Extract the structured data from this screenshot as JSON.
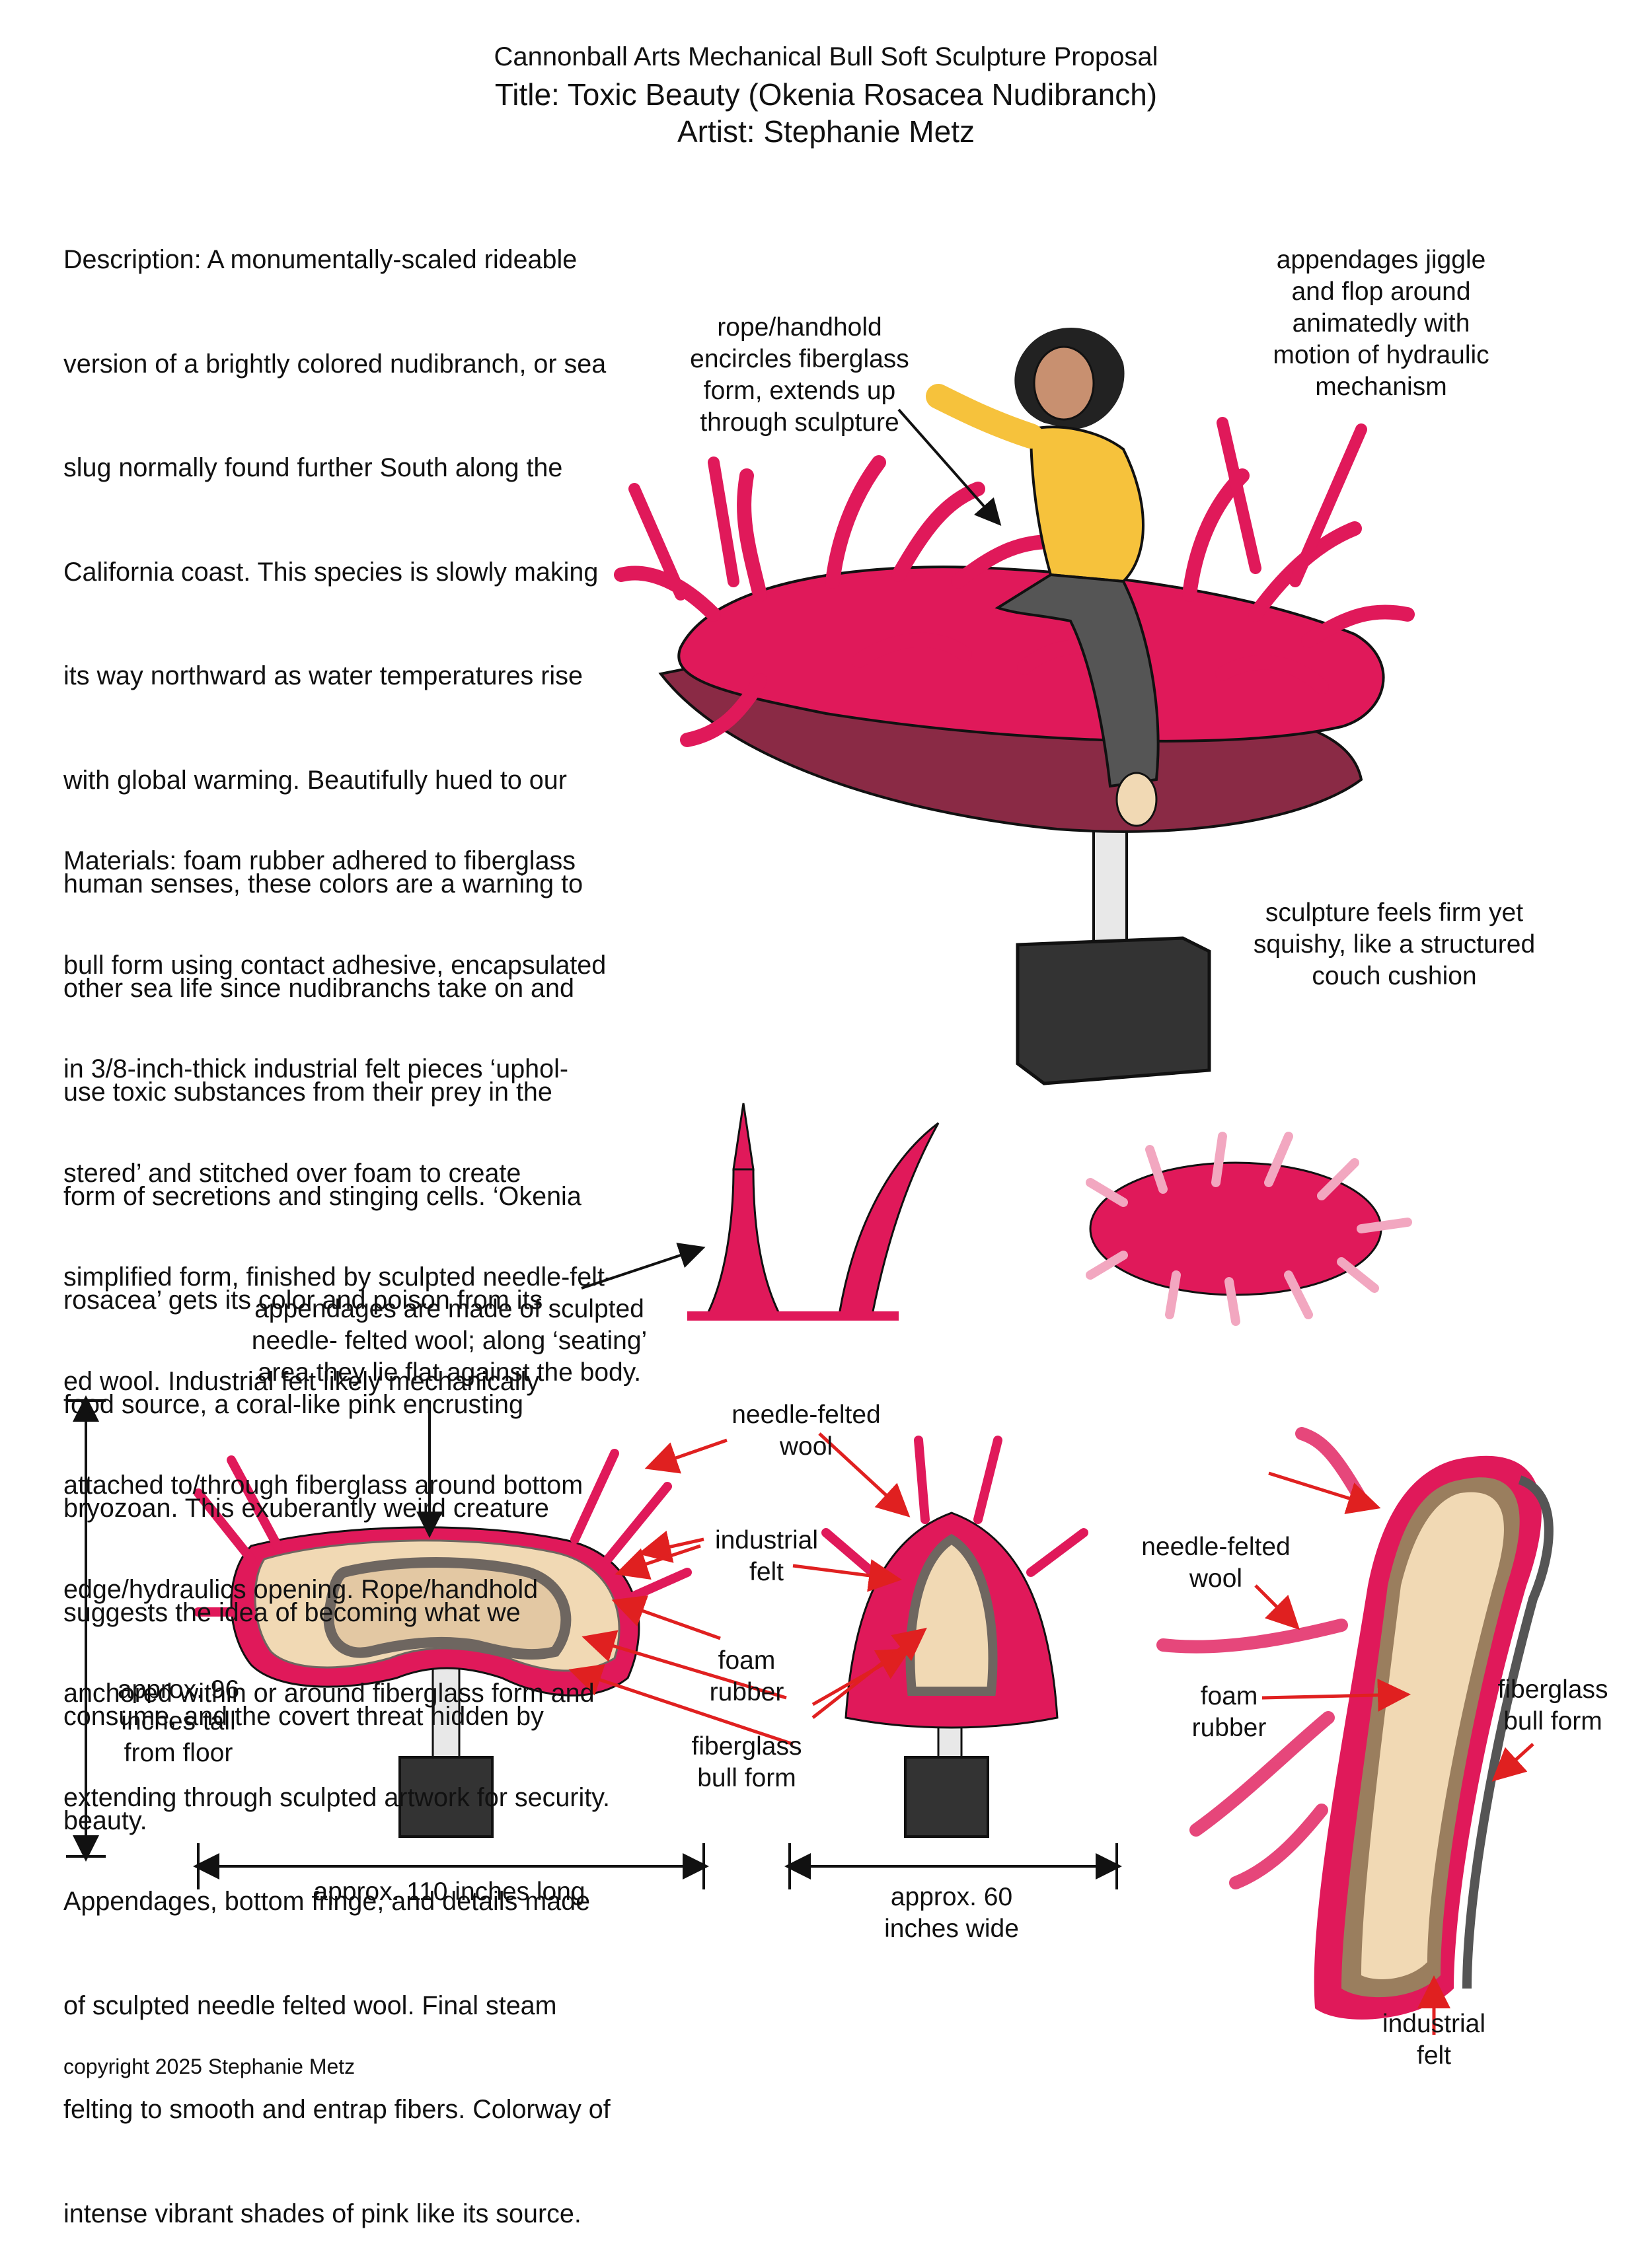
{
  "header": {
    "line1": "Cannonball Arts Mechanical Bull Soft Sculpture Proposal",
    "line2": "Title: Toxic Beauty (Okenia Rosacea Nudibranch)",
    "line3": "Artist: Stephanie Metz"
  },
  "description": [
    "Description: A monumentally-scaled rideable",
    "version of a brightly colored nudibranch, or sea",
    "slug normally found further South along the",
    "California coast. This species is slowly making",
    "its way northward as water temperatures rise",
    "with global warming. Beautifully hued to our",
    "human senses, these colors are a warning to",
    "other sea life since nudibranchs take on and",
    "use toxic substances from their prey in the",
    "form of secretions and stinging cells. ‘Okenia",
    "rosacea’ gets its color and poison from its",
    "food source, a coral-like pink encrusting",
    "bryozoan. This exuberantly weird creature",
    "suggests the idea of becoming what we",
    "consume, and the covert threat hidden by",
    "beauty."
  ],
  "materials": [
    "Materials: foam rubber adhered to fiberglass",
    "bull form using contact adhesive, encapsulated",
    "in 3/8-inch-thick industrial felt pieces ‘uphol-",
    "stered’ and stitched over foam to create",
    "simplified form, finished by sculpted needle-felt-",
    "ed wool. Industrial felt likely mechanically",
    "attached to/through fiberglass around bottom",
    "edge/hydraulics opening. Rope/handhold",
    "anchored within or around fiberglass form and",
    "extending through sculpted artwork for security.",
    "Appendages, bottom fringe, and details made",
    "of sculpted needle felted wool. Final steam",
    "felting to smooth and entrap fibers. Colorway of",
    "intense vibrant shades of pink like its source."
  ],
  "labels": {
    "rope": "rope/handhold\nencircles fiberglass\nform, extends up\nthrough sculpture",
    "appendages_jiggle": "appendages jiggle\nand flop around\nanimatedly with\nmotion of hydraulic\nmechanism",
    "firm": "sculpture feels firm yet\nsquishy, like a structured\ncouch cushion",
    "appendages_made": "appendages are made of sculpted\nneedle- felted wool; along ‘seating’\narea they lie flat against the body.",
    "needle_felted_1": "needle-felted\nwool",
    "industrial_felt_1": "industrial\nfelt",
    "foam_rubber_1": "foam\nrubber",
    "fiberglass_1": "fiberglass\nbull form",
    "tall": "approx. 96\ninches tall\nfrom floor",
    "long": "approx. 110 inches long",
    "wide": "approx. 60\ninches wide",
    "needle_felted_2": "needle-felted\nwool",
    "foam_rubber_2": "foam\nrubber",
    "fiberglass_2": "fiberglass\nbull form",
    "industrial_felt_2": "industrial\nfelt"
  },
  "copyright": "copyright 2025 Stephanie Metz",
  "colors": {
    "pink": "#e0195a",
    "light_pink": "#f2a7c0",
    "shadow": "#8a2a45",
    "foam": "#f1d9b4",
    "felt": "#6e6660",
    "base": "#333333",
    "shirt": "#f6c23c",
    "pants": "#555555",
    "arrow_red": "#e02020"
  }
}
